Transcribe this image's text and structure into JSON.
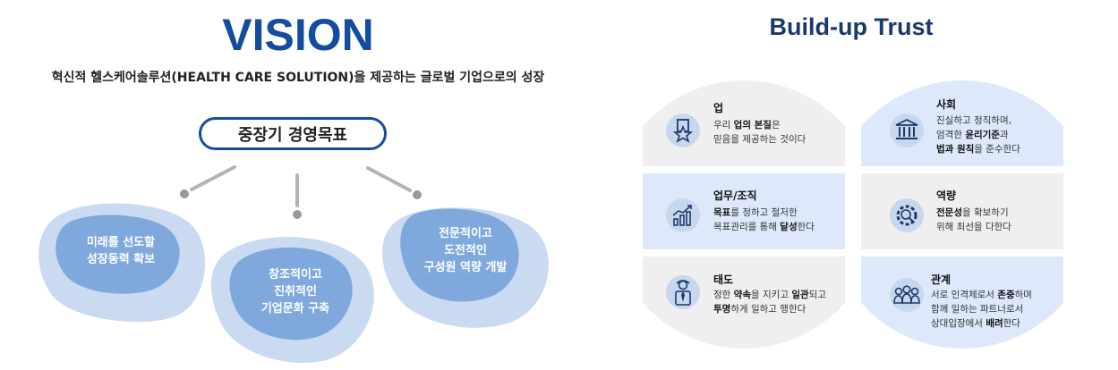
{
  "vision": {
    "title": "VISION",
    "subtitle": "혁신적 헬스케어솔루션(HEALTH CARE SOLUTION)을 제공하는 글로벌 기업으로의 성장",
    "goal_label": "중장기 경영목표",
    "goals": [
      "미래를 선도할\n성장동력 확보",
      "창조적이고\n진취적인\n기업문화 구축",
      "전문적이고\n도전적인\n구성원 역량 개발"
    ]
  },
  "trust": {
    "title": "Build-up Trust",
    "cards": [
      {
        "title": "업",
        "icon": "ribbon-star-icon",
        "lines": [
          [
            {
              "t": "우리 "
            },
            {
              "t": "업의 본질",
              "b": true
            },
            {
              "t": "은"
            }
          ],
          [
            {
              "t": "믿음을 제공하는 것이다"
            }
          ]
        ]
      },
      {
        "title": "사회",
        "icon": "institution-building-icon",
        "lines": [
          [
            {
              "t": "진실하고 정직하며,"
            }
          ],
          [
            {
              "t": "엄격한 "
            },
            {
              "t": "윤리기준",
              "b": true
            },
            {
              "t": "과"
            }
          ],
          [
            {
              "t": "법과 원칙",
              "b": true
            },
            {
              "t": "을 준수한다"
            }
          ]
        ]
      },
      {
        "title": "업무/조직",
        "icon": "growth-chart-icon",
        "lines": [
          [
            {
              "t": "목표",
              "b": true
            },
            {
              "t": "를 정하고 철저한"
            }
          ],
          [
            {
              "t": "목표관리를 통해 "
            },
            {
              "t": "달성",
              "b": true
            },
            {
              "t": "한다"
            }
          ]
        ]
      },
      {
        "title": "역량",
        "icon": "gear-magnifier-icon",
        "lines": [
          [
            {
              "t": "전문성",
              "b": true
            },
            {
              "t": "을 확보하기"
            }
          ],
          [
            {
              "t": "위해 최선을 다한다"
            }
          ]
        ]
      },
      {
        "title": "태도",
        "icon": "businessman-icon",
        "lines": [
          [
            {
              "t": "정한 "
            },
            {
              "t": "약속",
              "b": true
            },
            {
              "t": "을 지키고 "
            },
            {
              "t": "일관",
              "b": true
            },
            {
              "t": "되고"
            }
          ],
          [
            {
              "t": "투명",
              "b": true
            },
            {
              "t": "하게 일하고 행한다"
            }
          ]
        ]
      },
      {
        "title": "관계",
        "icon": "people-group-icon",
        "lines": [
          [
            {
              "t": "서로 인격체로서 "
            },
            {
              "t": "존중",
              "b": true
            },
            {
              "t": "하며"
            }
          ],
          [
            {
              "t": "함께 일하는 파트너로서"
            }
          ],
          [
            {
              "t": "상대입장에서 "
            },
            {
              "t": "배려",
              "b": true
            },
            {
              "t": "한다"
            }
          ]
        ]
      }
    ]
  },
  "colors": {
    "brand_blue": "#144d9e",
    "blob_outer": "#c9daf1",
    "blob_inner": "#7fa8dc",
    "card_gray": "#efefef",
    "card_blue": "#dde9fa",
    "icon_circle": "#c7d7ee"
  }
}
